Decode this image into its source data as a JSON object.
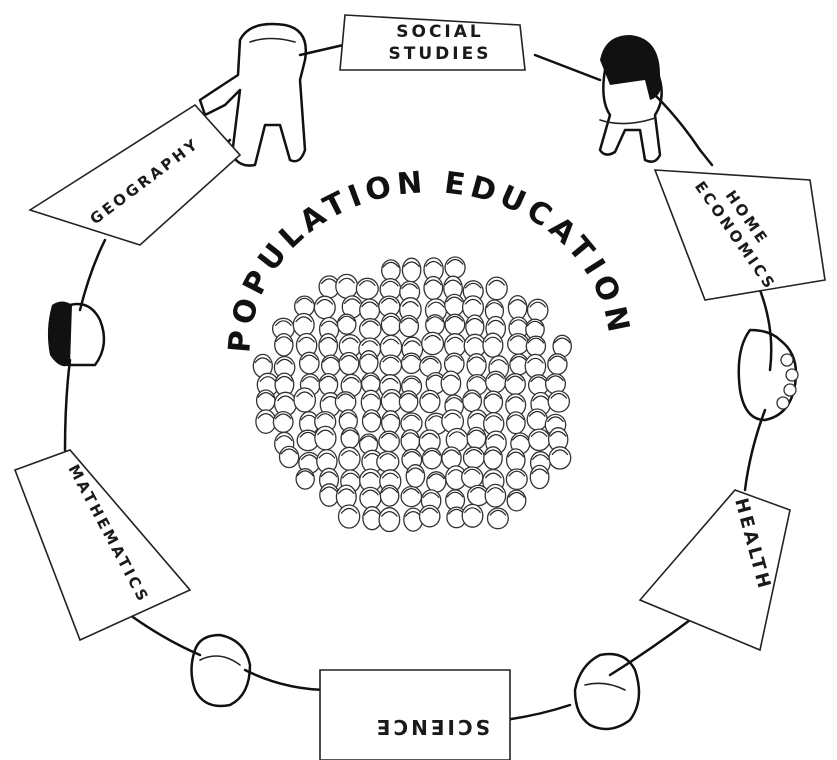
{
  "diagram": {
    "title": "POPULATION EDUCATION",
    "subjects": [
      {
        "id": "social-studies",
        "lines": [
          "SOCIAL",
          "STUDIES"
        ]
      },
      {
        "id": "home-economics",
        "lines": [
          "HOME",
          "ECONOMICS"
        ]
      },
      {
        "id": "health",
        "lines": [
          "HEALTH"
        ]
      },
      {
        "id": "science",
        "lines": [
          "SCIENCE"
        ]
      },
      {
        "id": "mathematics",
        "lines": [
          "MATHEMATICS"
        ]
      },
      {
        "id": "geography",
        "lines": [
          "GEOGRAPHY"
        ]
      }
    ]
  }
}
